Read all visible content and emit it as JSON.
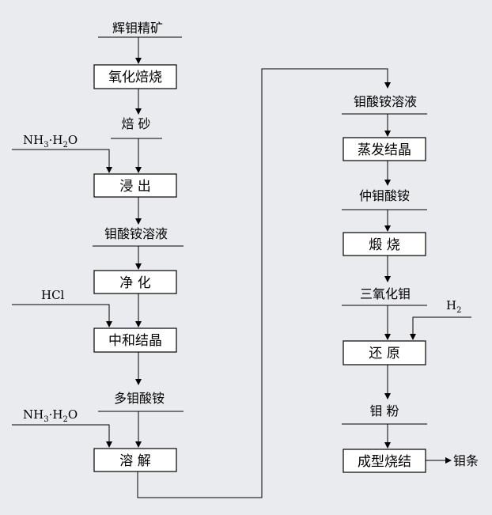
{
  "left_column": {
    "material_1": "辉钼精矿",
    "step_1": "氧化焙烧",
    "material_2": "焙 砂",
    "reagent_1": {
      "main": "NH",
      "sub": "3",
      "rest": "·H",
      "sub2": "2",
      "tail": "O"
    },
    "step_2": "浸 出",
    "material_3": "钼酸铵溶液",
    "step_3": "净 化",
    "reagent_2": "HCl",
    "step_4": "中和结晶",
    "material_4": "多钼酸铵",
    "reagent_3": {
      "main": "NH",
      "sub": "3",
      "rest": "·H",
      "sub2": "2",
      "tail": "O"
    },
    "step_5": "溶 解"
  },
  "right_column": {
    "material_1": "钼酸铵溶液",
    "step_1": "蒸发结晶",
    "material_2": "仲钼酸铵",
    "step_2": "煅 烧",
    "material_3": "三氧化钼",
    "reagent_1": {
      "main": "H",
      "sub": "2"
    },
    "step_3": "还 原",
    "material_4": "钼 粉",
    "step_4": "成型烧结",
    "product": "钼条"
  }
}
